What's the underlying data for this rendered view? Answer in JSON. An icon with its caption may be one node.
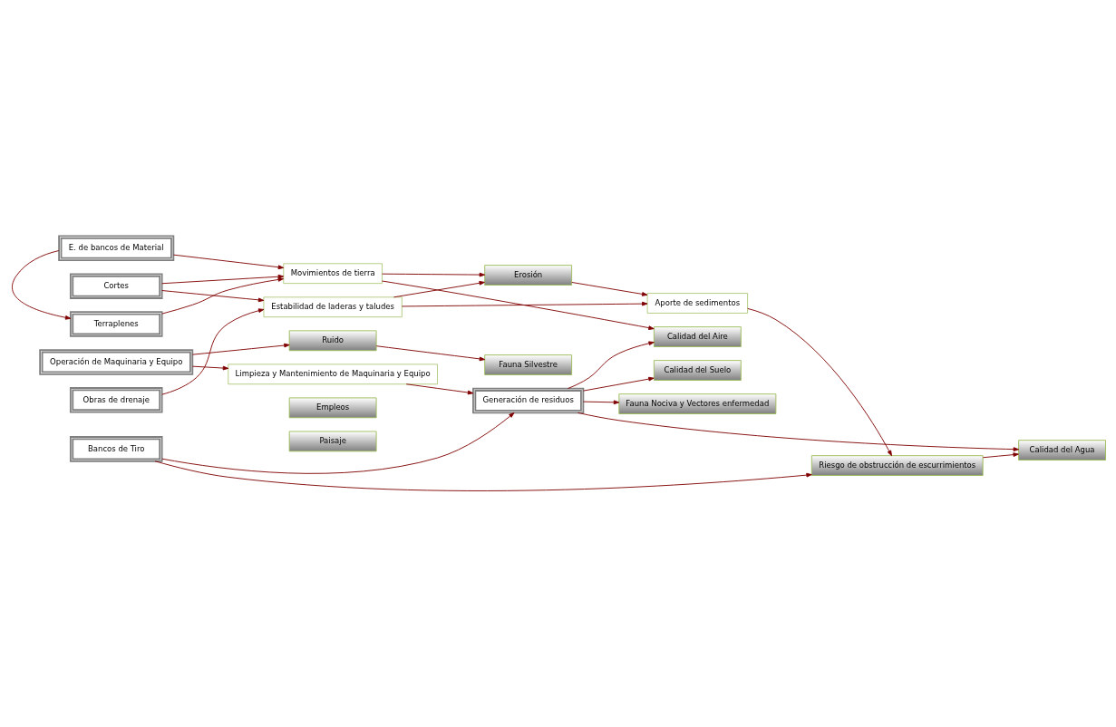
{
  "diagram": {
    "nodes": [
      {
        "text": [
          "Cortes"
        ]
      },
      {
        "text": [
          "Estabilidad de laderas y taludes"
        ]
      },
      {
        "text": [
          "Aporte de sedimentos"
        ]
      },
      {
        "text": [
          "Riesgo de obstrucción de escurrimientos"
        ]
      },
      {
        "text": [
          "Terraplenes"
        ]
      },
      {
        "text": [
          "Movimientos de tierra"
        ]
      },
      {
        "text": [
          "Erosión"
        ]
      },
      {
        "text": [
          "Calidad del Aire"
        ]
      },
      {
        "text": [
          "Calidad del Agua"
        ]
      },
      {
        "text": [
          "E. de bancos de Material"
        ]
      },
      {
        "text": [
          "Ruido"
        ]
      },
      {
        "text": [
          "Fauna Silvestre"
        ]
      },
      {
        "text": [
          "Operación de Maquinaria y Equipo"
        ]
      },
      {
        "text": [
          "Limpieza y Mantenimiento de Maquinaria y Equipo"
        ]
      },
      {
        "text": [
          "Generación de residuos"
        ]
      },
      {
        "text": [
          "Obras de drenaje"
        ]
      },
      {
        "text": [
          "Calidad del Suelo"
        ]
      },
      {
        "text": [
          "Fauna Nociva y Vectores enfermedad"
        ]
      },
      {
        "text": [
          "Bancos de Tiro"
        ]
      },
      {
        "text": [
          "Empleos"
        ]
      },
      {
        "text": [
          "Paisaje"
        ]
      }
    ],
    "edges": [
      {
        "from": 0,
        "to": 1,
        "arrow": "to"
      },
      {
        "from": 0,
        "to": 5,
        "arrow": "to"
      },
      {
        "from": 15,
        "to": 1,
        "arrow": "to"
      },
      {
        "from": 4,
        "to": 5,
        "arrow": "to"
      },
      {
        "from": 9,
        "to": 4,
        "arrow": "to"
      },
      {
        "from": 9,
        "to": 5,
        "arrow": "to"
      },
      {
        "from": 1,
        "to": 2,
        "arrow": "to"
      },
      {
        "from": 1,
        "to": 6,
        "arrow": "to"
      },
      {
        "from": 5,
        "to": 6,
        "arrow": "to"
      },
      {
        "from": 5,
        "to": 7,
        "arrow": "to"
      },
      {
        "from": 6,
        "to": 2,
        "arrow": "to"
      },
      {
        "from": 2,
        "to": 3,
        "arrow": "to"
      },
      {
        "from": 18,
        "to": 3,
        "arrow": "to"
      },
      {
        "from": 3,
        "to": 8,
        "arrow": "to"
      },
      {
        "from": 12,
        "to": 10,
        "arrow": "to"
      },
      {
        "from": 12,
        "to": 13,
        "arrow": "to"
      },
      {
        "from": 10,
        "to": 11,
        "arrow": "to"
      },
      {
        "from": 13,
        "to": 14,
        "arrow": "to"
      },
      {
        "from": 18,
        "to": 14,
        "arrow": "to"
      },
      {
        "from": 14,
        "to": 7,
        "arrow": "to"
      },
      {
        "from": 14,
        "to": 8,
        "arrow": "to"
      },
      {
        "from": 14,
        "to": 16,
        "arrow": "to"
      },
      {
        "from": 14,
        "to": 17,
        "arrow": "to"
      }
    ]
  }
}
